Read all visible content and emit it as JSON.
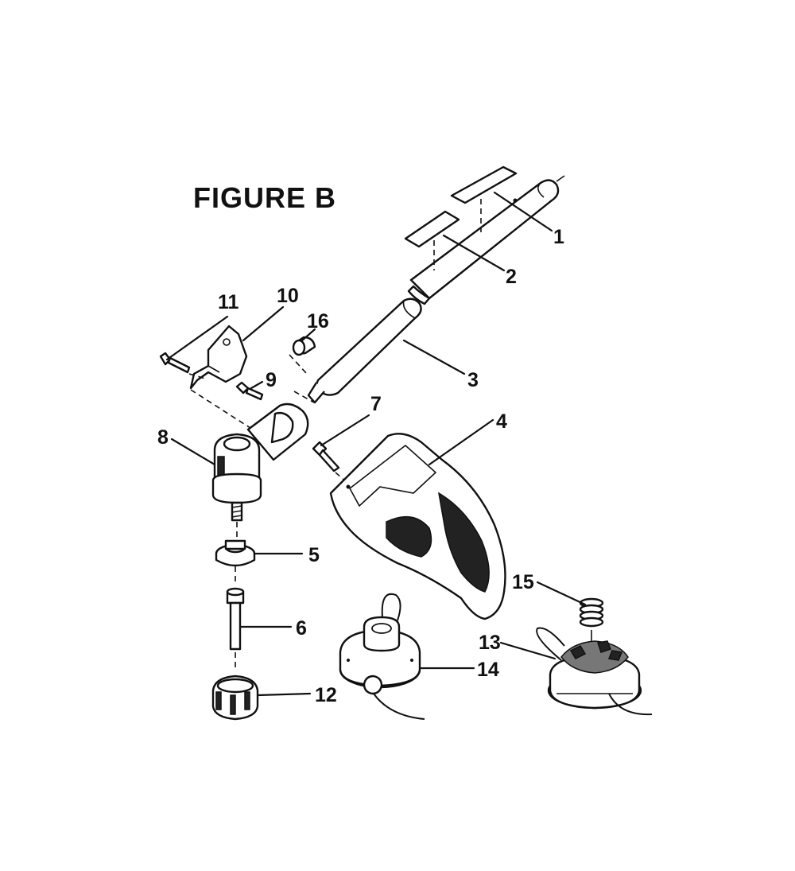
{
  "figure": {
    "title": "FIGURE B"
  },
  "callouts": [
    "1",
    "2",
    "3",
    "4",
    "5",
    "6",
    "7",
    "8",
    "9",
    "10",
    "11",
    "12",
    "13",
    "14",
    "15",
    "16"
  ],
  "parts": [
    "decal-1",
    "decal-2",
    "lower-shaft",
    "guard",
    "washer",
    "bolt-shaft",
    "guard-screw",
    "gearbox",
    "gearbox-screw",
    "shield-bracket",
    "bracket-screw",
    "bump-knob",
    "spool",
    "trimmer-head",
    "spring",
    "bushing"
  ]
}
